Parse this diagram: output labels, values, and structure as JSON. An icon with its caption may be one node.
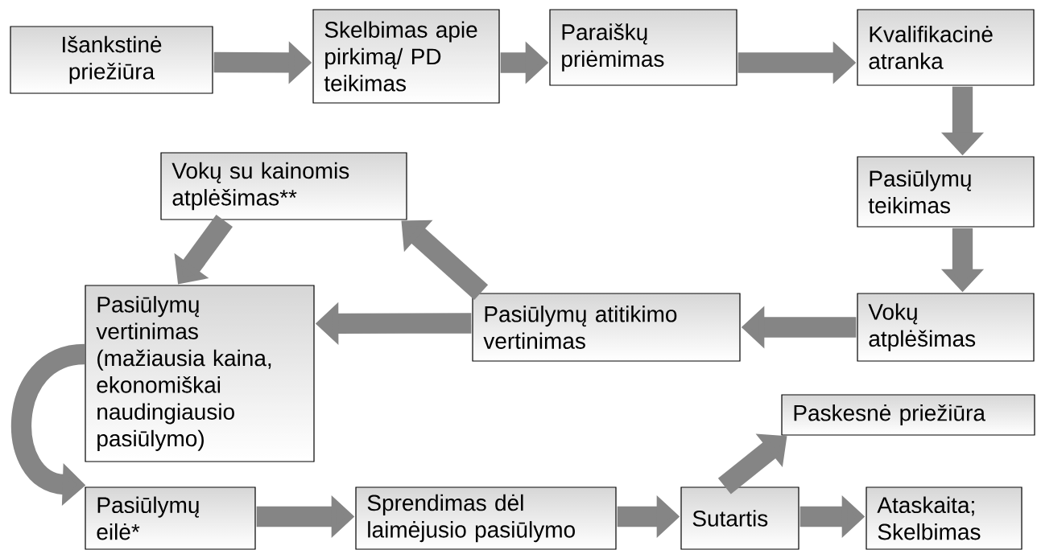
{
  "diagram": {
    "nodes": [
      {
        "text": [
          "Išankstinė priežiūra"
        ]
      },
      {
        "text": [
          "Skelbimas apie pirkimą/ PD teikimas"
        ]
      },
      {
        "text": [
          "Paraiškų priėmimas"
        ]
      },
      {
        "text": [
          "Kvalifikacinė atranka"
        ]
      },
      {
        "text": [
          "Vokų su kainomis atplėšimas**"
        ]
      },
      {
        "text": [
          "Pasiūlymų teikimas"
        ]
      },
      {
        "text": [
          "Pasiūlymų vertinimas (mažiausia kaina, ekonomiškai naudingiausio pasiūlymo)"
        ]
      },
      {
        "text": [
          "Pasiūlymų atitikimo vertinimas"
        ]
      },
      {
        "text": [
          "Vokų atplėšimas"
        ]
      },
      {
        "text": [
          "Paskesnė priežiūra"
        ]
      },
      {
        "text": [
          "Pasiūlymų eilė*"
        ]
      },
      {
        "text": [
          "Sprendimas dėl laimėjusio pasiūlymo"
        ]
      },
      {
        "text": [
          "Sutartis"
        ]
      },
      {
        "text": [
          "Ataskaita; Skelbimas"
        ]
      }
    ],
    "edges": [
      {
        "from": 0,
        "to": 1,
        "arrow": "to"
      },
      {
        "from": 1,
        "to": 2,
        "arrow": "to"
      },
      {
        "from": 2,
        "to": 3,
        "arrow": "to"
      },
      {
        "from": 3,
        "to": 5,
        "arrow": "to"
      },
      {
        "from": 5,
        "to": 8,
        "arrow": "to"
      },
      {
        "from": 8,
        "to": 7,
        "arrow": "to"
      },
      {
        "from": 7,
        "to": 6,
        "arrow": "to"
      },
      {
        "from": 7,
        "to": 4,
        "arrow": "to"
      },
      {
        "from": 4,
        "to": 6,
        "arrow": "to"
      },
      {
        "from": 6,
        "to": 10,
        "arrow": "to"
      },
      {
        "from": 10,
        "to": 11,
        "arrow": "to"
      },
      {
        "from": 11,
        "to": 12,
        "arrow": "to"
      },
      {
        "from": 12,
        "to": 9,
        "arrow": "to"
      },
      {
        "from": 12,
        "to": 13,
        "arrow": "to"
      }
    ]
  }
}
